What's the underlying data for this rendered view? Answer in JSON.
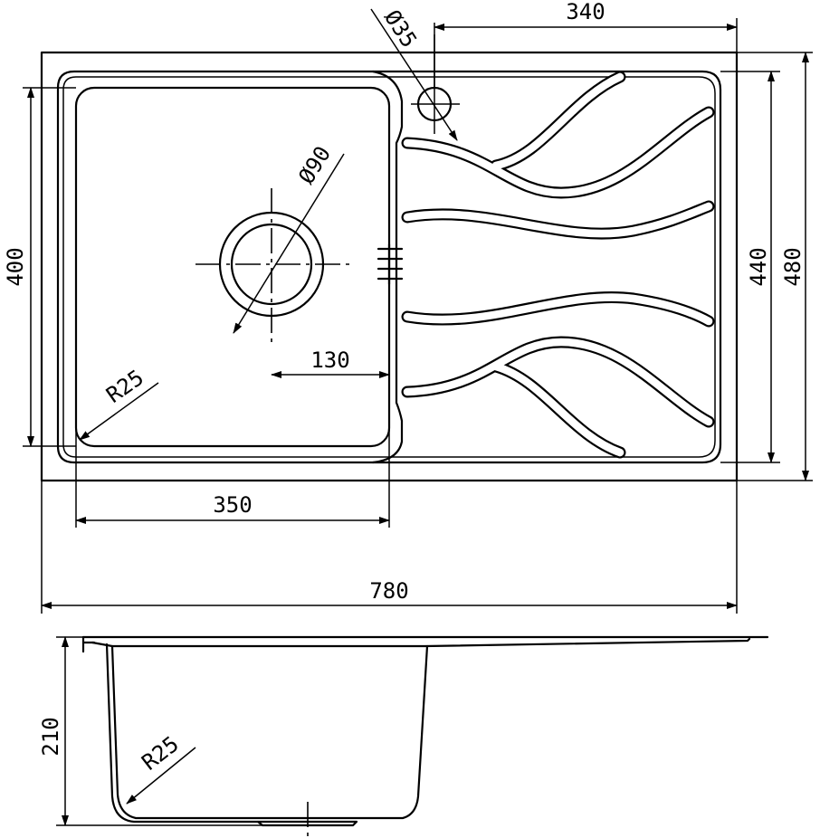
{
  "drawing": {
    "dims": {
      "total_length": "780",
      "total_width": "480",
      "inner_width": "440",
      "bowl_depth_plan": "400",
      "bowl_width": "350",
      "drain_offset": "130",
      "drain_diameter": "Ø90",
      "tap_hole_diameter": "Ø35",
      "drainer_length": "340",
      "corner_radius_plan": "R25",
      "bowl_height": "210",
      "corner_radius_section": "R25"
    }
  }
}
